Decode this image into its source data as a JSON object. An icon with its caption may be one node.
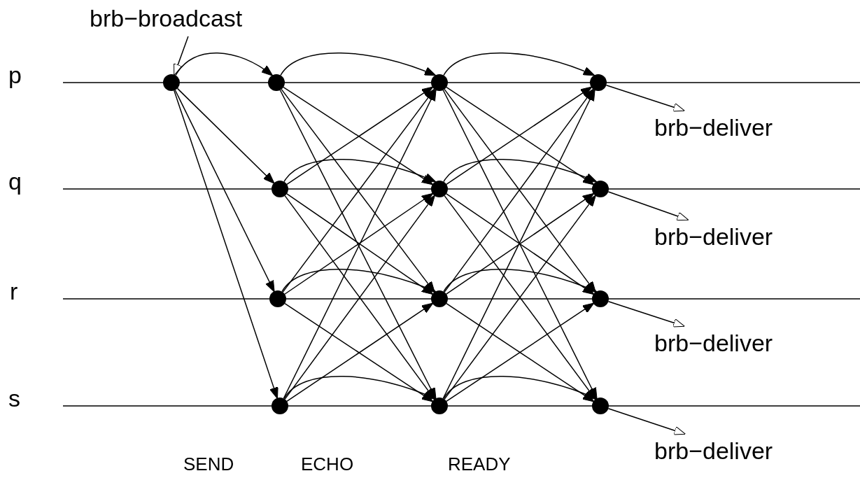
{
  "diagram": {
    "nodes": [
      {
        "text": [
          "brb−broadcast"
        ]
      },
      {
        "text": [],
        "shape": "circle"
      },
      {
        "text": [],
        "shape": "circle"
      },
      {
        "text": [],
        "shape": "circle"
      },
      {
        "text": [],
        "shape": "circle"
      },
      {
        "text": [],
        "shape": "circle"
      },
      {
        "text": [],
        "shape": "circle"
      },
      {
        "text": [],
        "shape": "circle"
      },
      {
        "text": [],
        "shape": "circle"
      },
      {
        "text": [],
        "shape": "circle"
      },
      {
        "text": [],
        "shape": "circle"
      },
      {
        "text": [],
        "shape": "circle"
      },
      {
        "text": [],
        "shape": "circle"
      },
      {
        "text": [],
        "shape": "circle"
      },
      {
        "text": [
          "brb−deliver"
        ]
      },
      {
        "text": [
          "brb−deliver"
        ]
      },
      {
        "text": [
          "brb−deliver"
        ]
      },
      {
        "text": [
          "brb−deliver"
        ]
      }
    ],
    "edges": [
      {
        "from": 0,
        "to": 1,
        "arrow": "to"
      },
      {
        "from": 1,
        "to": 2,
        "arrow": "to"
      },
      {
        "from": 1,
        "to": 3,
        "arrow": "to"
      },
      {
        "from": 1,
        "to": 4,
        "arrow": "to"
      },
      {
        "from": 1,
        "to": 5,
        "arrow": "to"
      },
      {
        "from": 2,
        "to": 6,
        "arrow": "to"
      },
      {
        "from": 2,
        "to": 7,
        "arrow": "to"
      },
      {
        "from": 2,
        "to": 8,
        "arrow": "to"
      },
      {
        "from": 2,
        "to": 9,
        "arrow": "to"
      },
      {
        "from": 3,
        "to": 6,
        "arrow": "to"
      },
      {
        "from": 3,
        "to": 7,
        "arrow": "to"
      },
      {
        "from": 3,
        "to": 8,
        "arrow": "to"
      },
      {
        "from": 3,
        "to": 9,
        "arrow": "to"
      },
      {
        "from": 4,
        "to": 6,
        "arrow": "to"
      },
      {
        "from": 4,
        "to": 7,
        "arrow": "to"
      },
      {
        "from": 4,
        "to": 8,
        "arrow": "to"
      },
      {
        "from": 4,
        "to": 9,
        "arrow": "to"
      },
      {
        "from": 5,
        "to": 6,
        "arrow": "to"
      },
      {
        "from": 5,
        "to": 7,
        "arrow": "to"
      },
      {
        "from": 5,
        "to": 8,
        "arrow": "to"
      },
      {
        "from": 5,
        "to": 9,
        "arrow": "to"
      },
      {
        "from": 6,
        "to": 10,
        "arrow": "to"
      },
      {
        "from": 6,
        "to": 11,
        "arrow": "to"
      },
      {
        "from": 6,
        "to": 12,
        "arrow": "to"
      },
      {
        "from": 6,
        "to": 13,
        "arrow": "to"
      },
      {
        "from": 7,
        "to": 10,
        "arrow": "to"
      },
      {
        "from": 7,
        "to": 11,
        "arrow": "to"
      },
      {
        "from": 7,
        "to": 12,
        "arrow": "to"
      },
      {
        "from": 7,
        "to": 13,
        "arrow": "to"
      },
      {
        "from": 8,
        "to": 10,
        "arrow": "to"
      },
      {
        "from": 8,
        "to": 11,
        "arrow": "to"
      },
      {
        "from": 8,
        "to": 12,
        "arrow": "to"
      },
      {
        "from": 8,
        "to": 13,
        "arrow": "to"
      },
      {
        "from": 9,
        "to": 10,
        "arrow": "to"
      },
      {
        "from": 9,
        "to": 11,
        "arrow": "to"
      },
      {
        "from": 9,
        "to": 12,
        "arrow": "to"
      },
      {
        "from": 9,
        "to": 13,
        "arrow": "to"
      },
      {
        "from": 10,
        "to": 14,
        "arrow": "to"
      },
      {
        "from": 11,
        "to": 15,
        "arrow": "to"
      },
      {
        "from": 12,
        "to": 16,
        "arrow": "to"
      },
      {
        "from": 13,
        "to": 17,
        "arrow": "to"
      }
    ],
    "labels": [
      "p",
      "q",
      "r",
      "s",
      "SEND",
      "ECHO",
      "READY"
    ]
  }
}
